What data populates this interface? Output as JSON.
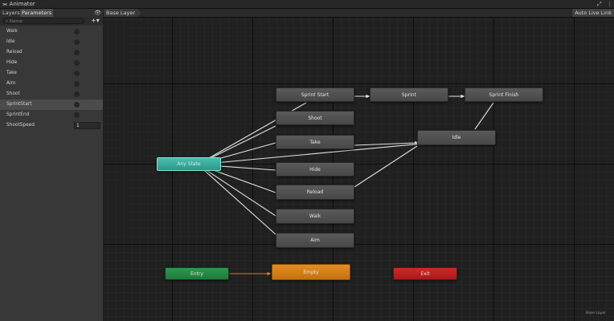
{
  "window": {
    "title": "Animator"
  },
  "sidebar": {
    "tabs": [
      {
        "label": "Layers"
      },
      {
        "label": "Parameters"
      }
    ],
    "search_placeholder": "Name",
    "add_label": "+▾",
    "params": [
      {
        "name": "Walk",
        "type": "bool"
      },
      {
        "name": "Idle",
        "type": "bool"
      },
      {
        "name": "Reload",
        "type": "bool"
      },
      {
        "name": "Hide",
        "type": "bool"
      },
      {
        "name": "Take",
        "type": "bool"
      },
      {
        "name": "Aim",
        "type": "bool"
      },
      {
        "name": "Shoot",
        "type": "bool"
      },
      {
        "name": "SprintStart",
        "type": "bool"
      },
      {
        "name": "SprintEnd",
        "type": "bool"
      },
      {
        "name": "ShootSpeed",
        "type": "float",
        "value": "1"
      }
    ]
  },
  "graph": {
    "breadcrumb": "Base Layer",
    "auto_live_link": "Auto Live Link",
    "footer_text": "Base Layer",
    "states": {
      "sprint_start": "Sprint Start",
      "sprint": "Sprint",
      "sprint_finish": "Sprint Finish",
      "shoot": "Shoot",
      "take": "Take",
      "idle": "Idle",
      "any_state": "Any State",
      "hide": "Hide",
      "reload": "Reload",
      "walk": "Walk",
      "aim": "Aim",
      "entry": "Entry",
      "empty": "Empty",
      "exit": "Exit"
    }
  },
  "colors": {
    "any_state": "#3fb3a5",
    "entry": "#248c44",
    "default_state": "#d97f1a",
    "exit": "#c02222",
    "state": "#505050"
  }
}
